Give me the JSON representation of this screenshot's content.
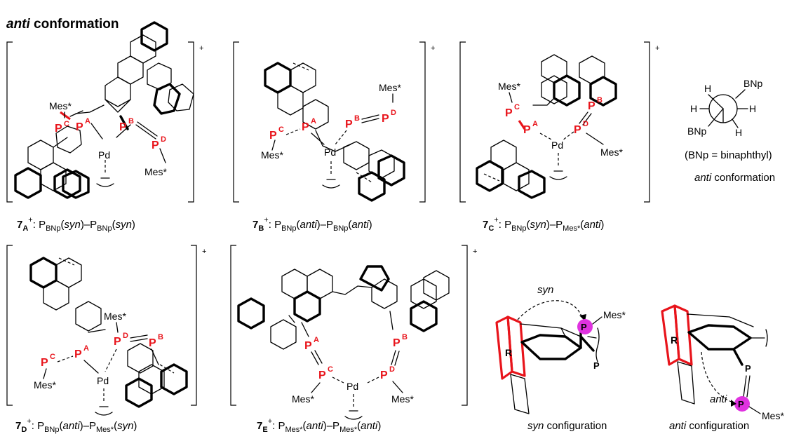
{
  "title": "anti conformation",
  "captions": {
    "c1": {
      "num": "7",
      "sub": "A",
      "sup": "+",
      "t1": ": P",
      "s1": "BNp",
      "o1": "(",
      "i1": "syn",
      "c1": ")–P",
      "s2": "BNp",
      "o2": "(",
      "i2": "syn",
      "c2": ")"
    },
    "c2": {
      "num": "7",
      "sub": "B",
      "sup": "+",
      "t1": ": P",
      "s1": "BNp",
      "o1": "(",
      "i1": "anti",
      "c1": ")–P",
      "s2": "BNp",
      "o2": "(",
      "i2": "anti",
      "c2": ")"
    },
    "c3": {
      "num": "7",
      "sub": "C",
      "sup": "+",
      "t1": ": P",
      "s1": "BNp",
      "o1": "(",
      "i1": "syn",
      "c1": ")–P",
      "s2": "Mes*",
      "o2": "(",
      "i2": "anti",
      "c2": ")"
    },
    "c4": {
      "num": "7",
      "sub": "D",
      "sup": "+",
      "t1": ": P",
      "s1": "BNp",
      "o1": "(",
      "i1": "anti",
      "c1": ")–P",
      "s2": "Mes*",
      "o2": "(",
      "i2": "syn",
      "c2": ")"
    },
    "c5": {
      "num": "7",
      "sub": "E",
      "sup": "+",
      "t1": ": P",
      "s1": "Mes*",
      "o1": "(",
      "i1": "anti",
      "c1": ")–P",
      "s2": "Mes*",
      "o2": "(",
      "i2": "anti",
      "c2": ")"
    }
  },
  "labels": {
    "mes": "Mes*",
    "pd": "Pd",
    "p": "P",
    "pa": "A",
    "pb": "B",
    "pc": "C",
    "pd_sup": "D",
    "plus": "+",
    "bnp": "BNp",
    "h": "H",
    "bnp_note": "(BNp = binaphthyl)",
    "anti_word": "anti",
    "conf_word": " conformation",
    "syn_word": "syn",
    "configuration": " configuration",
    "r": "R"
  },
  "colors": {
    "red": "#e8141b",
    "magenta": "#e032e0"
  }
}
